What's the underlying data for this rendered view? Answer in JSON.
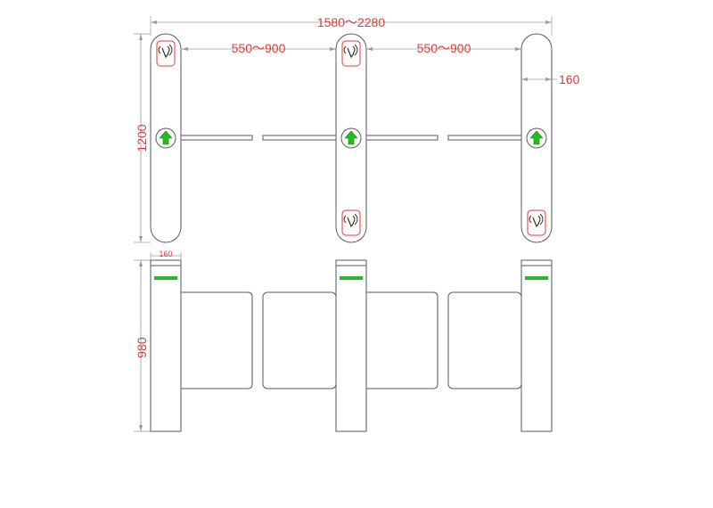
{
  "dimensions": {
    "overall_width": "1580～2280",
    "lane_width_left": "550～900",
    "lane_width_right": "550～900",
    "cabinet_width_top": "160",
    "cabinet_length": "1200",
    "cabinet_width_side": "160",
    "cabinet_height": "980"
  },
  "colors": {
    "dimension_text": "#e03a3a",
    "outline": "#5a5a5a",
    "indicator_green": "#22bb22",
    "card_reader_outline": "#d04040"
  },
  "icons": {
    "card_reader": "rfid-reader-icon",
    "direction_arrow": "green-up-arrow-icon",
    "status_light": "green-led-strip"
  }
}
